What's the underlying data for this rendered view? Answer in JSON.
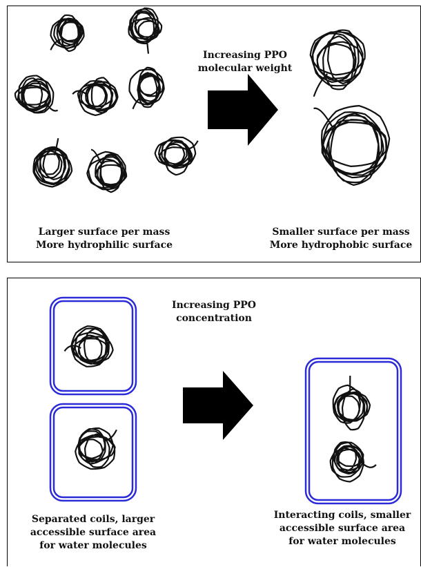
{
  "panels": [
    {
      "arrow_label": [
        "Increasing PPO",
        "molecular weight"
      ],
      "left_caption": [
        "Larger surface per mass",
        "More hydrophilic surface"
      ],
      "right_caption": [
        "Smaller surface per mass",
        "More hydrophobic surface"
      ]
    },
    {
      "arrow_label": [
        "Increasing PPO",
        "concentration"
      ],
      "left_caption": [
        "Separated coils, larger",
        "accessible surface area",
        "for water molecules"
      ],
      "right_caption": [
        "Interacting coils, smaller",
        "accessible surface area",
        "for water molecules"
      ]
    }
  ],
  "colors": {
    "coil": "#111111",
    "hydration_shell": "#2a2ad8",
    "arrow": "#000000"
  }
}
